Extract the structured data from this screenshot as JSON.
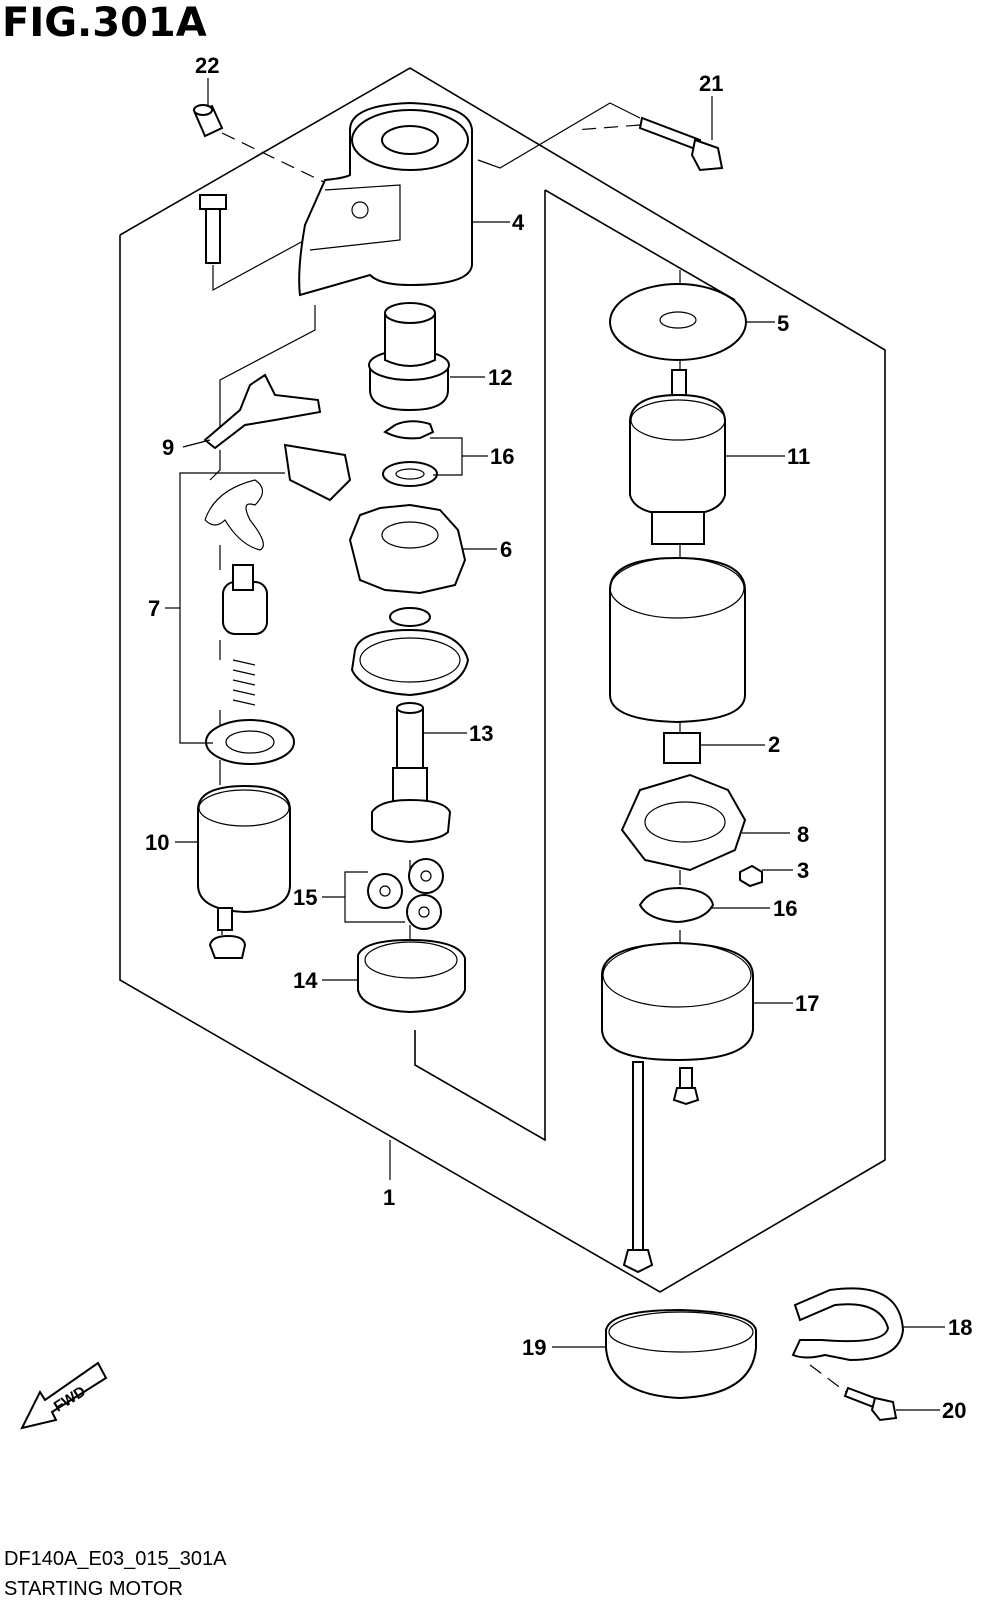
{
  "figure": {
    "title": "FIG.301A",
    "code": "DF140A_E03_015_301A",
    "caption": "STARTING MOTOR",
    "fwd_label": "FWD"
  },
  "callouts": [
    {
      "id": "c1",
      "label": "1"
    },
    {
      "id": "c2",
      "label": "2"
    },
    {
      "id": "c3",
      "label": "3"
    },
    {
      "id": "c4",
      "label": "4"
    },
    {
      "id": "c5",
      "label": "5"
    },
    {
      "id": "c6",
      "label": "6"
    },
    {
      "id": "c7",
      "label": "7"
    },
    {
      "id": "c8",
      "label": "8"
    },
    {
      "id": "c9",
      "label": "9"
    },
    {
      "id": "c10",
      "label": "10"
    },
    {
      "id": "c11",
      "label": "11"
    },
    {
      "id": "c12",
      "label": "12"
    },
    {
      "id": "c13",
      "label": "13"
    },
    {
      "id": "c14",
      "label": "14"
    },
    {
      "id": "c15",
      "label": "15"
    },
    {
      "id": "c16a",
      "label": "16"
    },
    {
      "id": "c16b",
      "label": "16"
    },
    {
      "id": "c17",
      "label": "17"
    },
    {
      "id": "c18",
      "label": "18"
    },
    {
      "id": "c19",
      "label": "19"
    },
    {
      "id": "c20",
      "label": "20"
    },
    {
      "id": "c21",
      "label": "21"
    },
    {
      "id": "c22",
      "label": "22"
    }
  ]
}
